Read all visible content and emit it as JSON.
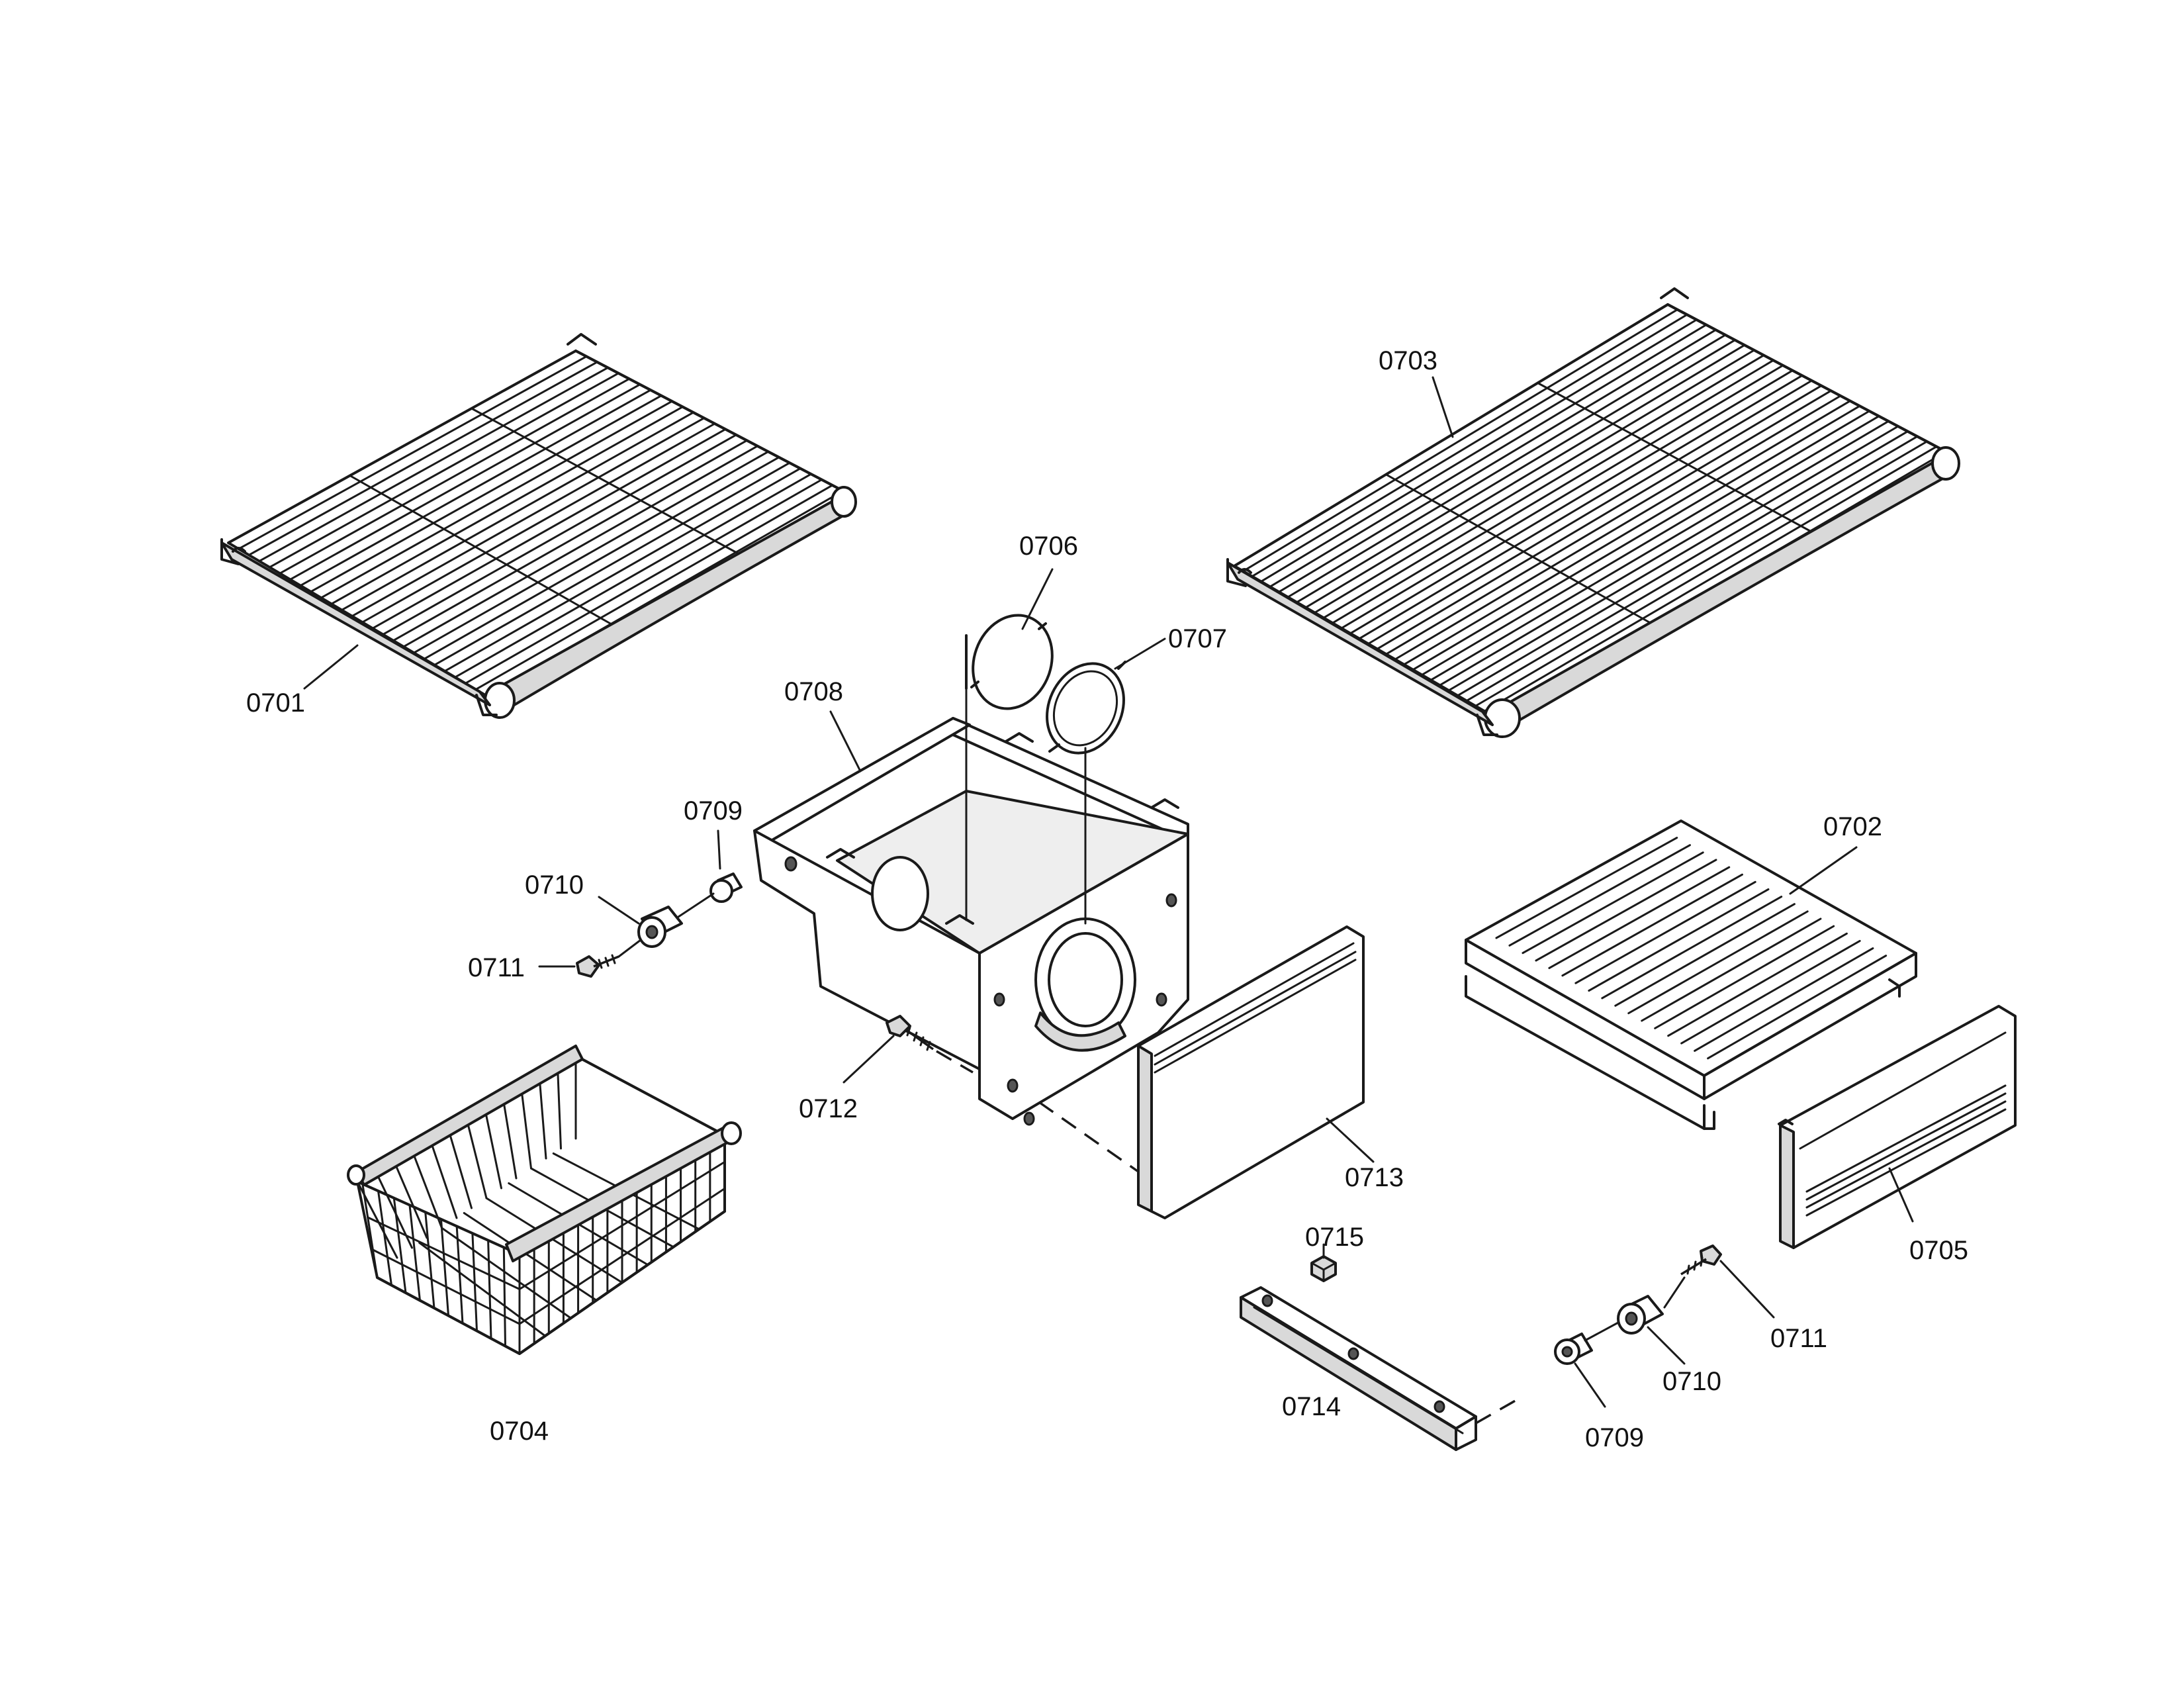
{
  "callouts": {
    "p0701": "0701",
    "p0702": "0702",
    "p0703": "0703",
    "p0704": "0704",
    "p0705": "0705",
    "p0706": "0706",
    "p0707": "0707",
    "p0708": "0708",
    "p0709a": "0709",
    "p0709b": "0709",
    "p0710a": "0710",
    "p0710b": "0710",
    "p0711a": "0711",
    "p0711b": "0711",
    "p0712": "0712",
    "p0713": "0713",
    "p0714": "0714",
    "p0715": "0715"
  }
}
